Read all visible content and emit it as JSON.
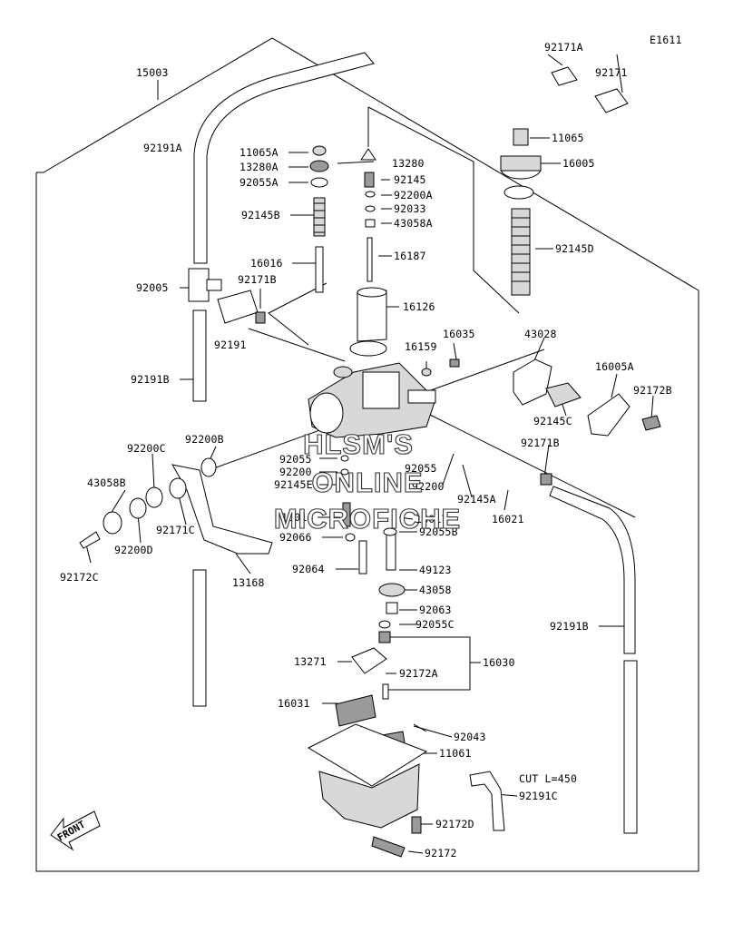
{
  "diagram_code": "E1611",
  "labels": {
    "p15003": "15003",
    "p92191A": "92191A",
    "p11065A": "11065A",
    "p13280A": "13280A",
    "p92055A": "92055A",
    "p92145B": "92145B",
    "p16016": "16016",
    "p92171B_top": "92171B",
    "p92005": "92005",
    "p92191": "92191",
    "p92191B_left": "92191B",
    "p92200B": "92200B",
    "p92200C": "92200C",
    "p43058B": "43058B",
    "p92200D": "92200D",
    "p92171C": "92171C",
    "p92172C": "92172C",
    "p13168": "13168",
    "p13280": "13280",
    "p92145": "92145",
    "p92200A": "92200A",
    "p92033": "92033",
    "p43058A": "43058A",
    "p16187": "16187",
    "p16126": "16126",
    "p16159": "16159",
    "p16035": "16035",
    "p92171A": "92171A",
    "p92171": "92171",
    "p11065": "11065",
    "p16005": "16005",
    "p92145D": "92145D",
    "p43028": "43028",
    "p16005A": "16005A",
    "p92172B": "92172B",
    "p92145C": "92145C",
    "p92171B_right": "92171B",
    "p92055_left": "92055",
    "p92200_left": "92200",
    "p92145E": "92145E",
    "p92055_right": "92055",
    "p92200_right": "92200",
    "p92145A": "92145A",
    "p16021": "16021",
    "p16014": "16014",
    "p16017": "16017",
    "p92066": "92066",
    "p92055B": "92055B",
    "p92064": "92064",
    "p49123": "49123",
    "p43058": "43058",
    "p92063": "92063",
    "p92055C": "92055C",
    "p92191B_right": "92191B",
    "p13271": "13271",
    "p16030": "16030",
    "p92172A": "92172A",
    "p16031": "16031",
    "p92043": "92043",
    "p11061": "11061",
    "p92191C_cut": "CUT L=450",
    "p92191C": "92191C",
    "p92172D": "92172D",
    "p92172": "92172"
  },
  "front_arrow_label": "FRONT",
  "watermark": [
    "HLSM'S",
    "ONLINE",
    "MICROFICHE"
  ]
}
